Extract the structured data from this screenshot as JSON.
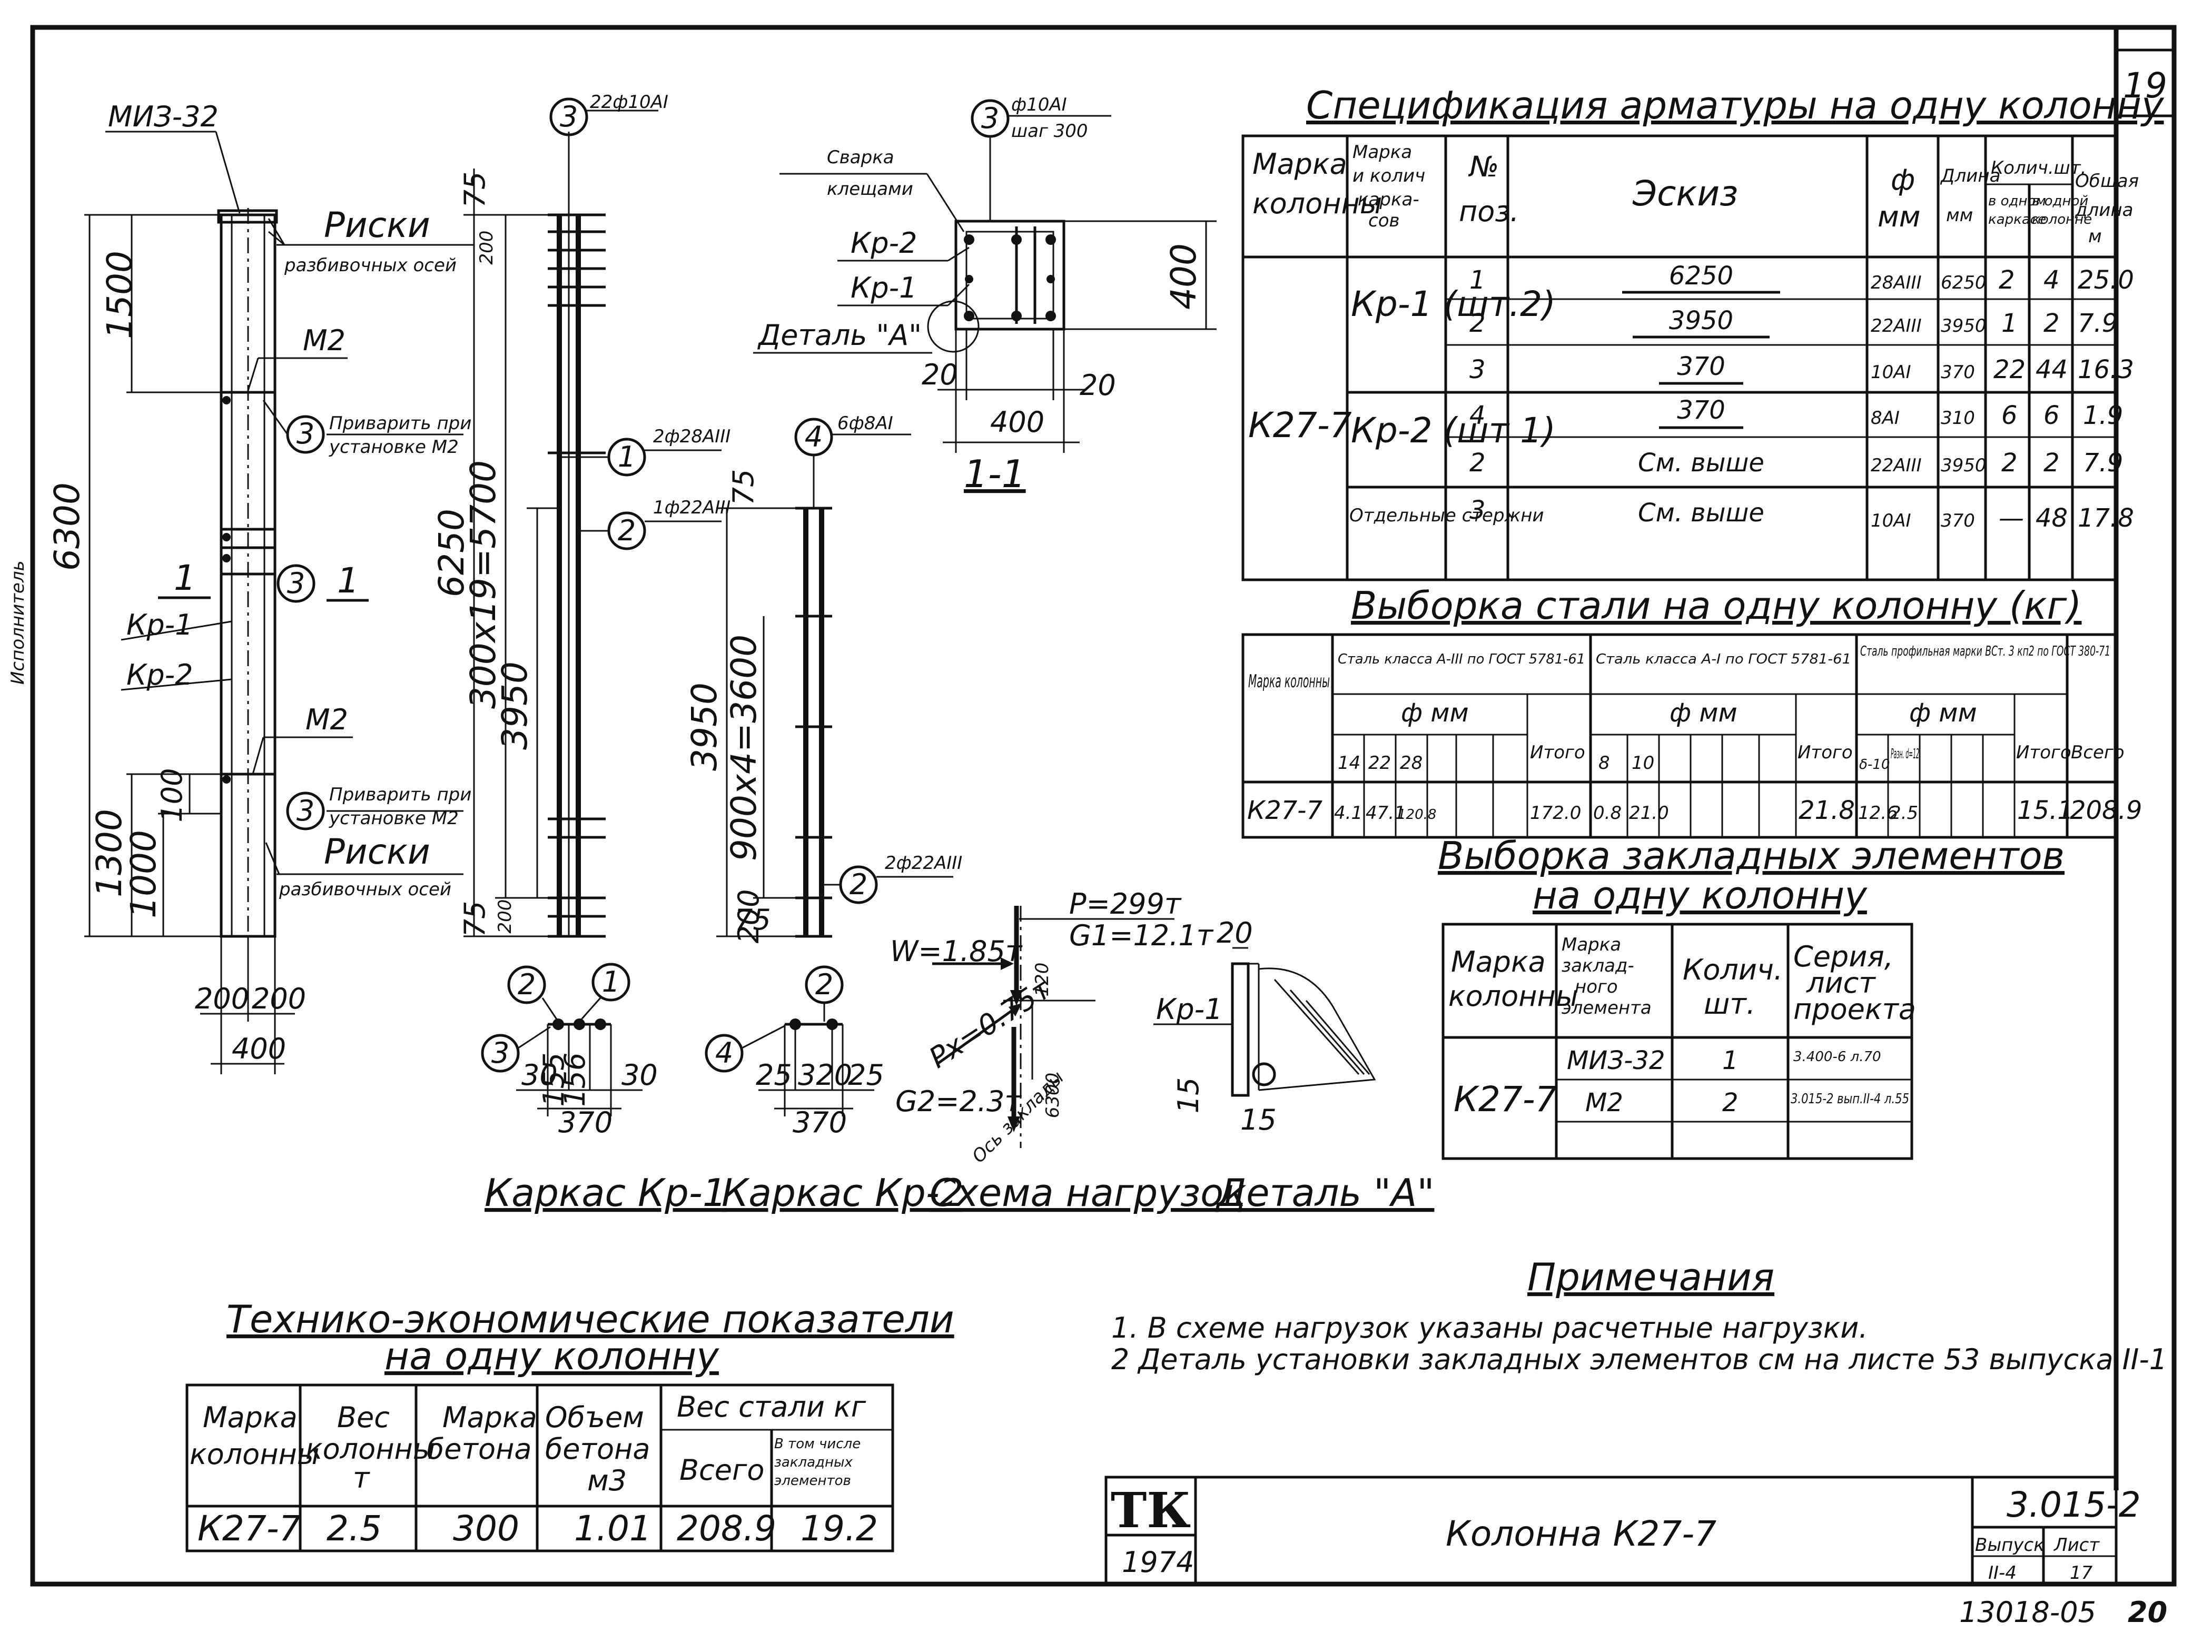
{
  "sheet": {
    "sheet_no_top": "19",
    "stamp": "ТК",
    "year": "1974",
    "title": "Колонна К27-7",
    "series": "3.015-2",
    "issue_label": "Выпуск",
    "issue": "II-4",
    "list_label": "Лист",
    "list": "17",
    "bottom_code": "13018-05",
    "bottom_num": "20",
    "side_text": "Исполнитель"
  },
  "column_view": {
    "miz_label": "МИЗ-32",
    "riski_top": "Риски",
    "riski_top_sub": "разбивочных осей",
    "m2_top": "М2",
    "weld_note_top_1": "Приварить при",
    "weld_note_top_2": "установке М2",
    "section_mark": "1",
    "kr1": "Кр-1",
    "kr2": "Кр-2",
    "m2_bottom": "М2",
    "weld_note_bottom_1": "Приварить при",
    "weld_note_bottom_2": "установке М2",
    "riski_bottom": "Риски",
    "riski_bottom_sub": "разбивочных осей",
    "dim_1500": "1500",
    "dim_6300": "6300",
    "dim_1300": "1300",
    "dim_1000": "1000",
    "dim_100": "100",
    "dim_200a": "200",
    "dim_200b": "200",
    "dim_400": "400",
    "bubble_3": "3"
  },
  "cage_kr1": {
    "label": "Каркас Кр-1",
    "bar3_note": "22ф10АI",
    "bar1_note": "2ф28АIII",
    "bar2_note": "1ф22АIII",
    "dim_75a": "75",
    "dim_200a": "200",
    "dim_6250": "6250",
    "dim_300x19": "300х19=5700",
    "dim_3950": "3950",
    "dim_75b": "75",
    "dim_200b": "200",
    "sec_30a": "30",
    "sec_155a": "155",
    "sec_156": "156",
    "sec_30b": "30",
    "sec_370": "370",
    "b1": "1",
    "b2": "2",
    "b3": "3"
  },
  "cage_kr2": {
    "label": "Каркас Кр-2",
    "bar4_note": "6ф8АI",
    "bar2_note": "2ф22АIII",
    "dim_75": "75",
    "dim_3950": "3950",
    "dim_900x4": "900х4=3600",
    "dim_200": "200",
    "dim_75b": "75",
    "sec_25a": "25",
    "sec_320": "320",
    "sec_25b": "25",
    "sec_370": "370",
    "b2": "2",
    "b4": "4"
  },
  "section_1_1": {
    "label": "1-1",
    "bar3_note_1": "ф10АI",
    "bar3_note_2": "шаг 300",
    "weld_1": "Сварка",
    "weld_2": "клещами",
    "kr2": "Кр-2",
    "kr1": "Кр-1",
    "detail": "Деталь \"А\"",
    "dim_400v": "400",
    "dim_20a": "20",
    "dim_20b": "20",
    "dim_400h": "400",
    "b3": "3"
  },
  "loads": {
    "label": "Схема нагрузок",
    "p": "P=299т",
    "g1": "G1=12.1т",
    "w": "W=1.85т",
    "px": "Px=0.75т",
    "g2": "G2=2.3т",
    "axis": "Ось заклады",
    "dim_120": "120",
    "dim_6300": "6300"
  },
  "detail_a": {
    "label": "Деталь \"А\"",
    "kr1": "Кр-1",
    "dim_20": "20",
    "dim_15a": "15",
    "dim_15b": "15"
  },
  "spec_table": {
    "title": "Спецификация арматуры на одну колонну",
    "headers": [
      "Марка колонны",
      "Марка и колич. каркасов",
      "№ поз.",
      "Эскиз",
      "ф мм",
      "Длина мм",
      "Колич. шт. в одном каркасе",
      "Колич. шт. в одной колонне",
      "Общая длина м"
    ],
    "column_mark": "К27-7",
    "groups": [
      {
        "name": "Кр-1 (шт.2)",
        "rows": [
          {
            "pos": "1",
            "sketch": "6250",
            "dia": "28АIII",
            "len": "6250",
            "q1": "2",
            "q2": "4",
            "total": "25.0"
          },
          {
            "pos": "2",
            "sketch": "3950",
            "dia": "22АIII",
            "len": "3950",
            "q1": "1",
            "q2": "2",
            "total": "7.9"
          },
          {
            "pos": "3",
            "sketch": "370",
            "dia": "10АI",
            "len": "370",
            "q1": "22",
            "q2": "44",
            "total": "16.3"
          }
        ]
      },
      {
        "name": "Кр-2 (шт 1)",
        "rows": [
          {
            "pos": "4",
            "sketch": "370",
            "dia": "8АI",
            "len": "310",
            "q1": "6",
            "q2": "6",
            "total": "1.9"
          },
          {
            "pos": "2",
            "sketch": "См. выше",
            "dia": "22АIII",
            "len": "3950",
            "q1": "2",
            "q2": "2",
            "total": "7.9"
          }
        ]
      },
      {
        "name": "Отдельные стержни",
        "rows": [
          {
            "pos": "3",
            "sketch": "См. выше",
            "dia": "10АI",
            "len": "370",
            "q1": "—",
            "q2": "48",
            "total": "17.8"
          }
        ]
      }
    ]
  },
  "steel_table": {
    "title": "Выборка стали на одну колонну (кг)",
    "h_mark": "Марка колонны",
    "h_group1": "Сталь класса А-III по ГОСТ 5781-61",
    "h_group2": "Сталь класса А-I по ГОСТ 5781-61",
    "h_group3": "Сталь профильная марки ВСт. 3 кп2 по ГОСТ 380-71",
    "h_dia": "ф мм",
    "h_itogo": "Итого",
    "h_vsego": "Всего",
    "d1": [
      "14",
      "22",
      "28"
    ],
    "d2": [
      "8",
      "10"
    ],
    "d3": [
      "δ-10",
      "Разн. d=12"
    ],
    "row": {
      "mark": "К27-7",
      "g1": [
        "4.1",
        "47.1",
        "120.8"
      ],
      "g1_total": "172.0",
      "g2": [
        "0.8",
        "21.0"
      ],
      "g2_total": "21.8",
      "g3": [
        "12.6",
        "2.5"
      ],
      "g3_total": "15.1",
      "total": "208.9"
    }
  },
  "embed_table": {
    "title_1": "Выборка закладных элементов",
    "title_2": "на одну колонну",
    "headers": [
      "Марка колонны",
      "Марка закладного элемента",
      "Колич. шт.",
      "Серия, лист проекта"
    ],
    "mark": "К27-7",
    "rows": [
      {
        "el": "МИЗ-32",
        "qty": "1",
        "ref": "3.400-6 л.70"
      },
      {
        "el": "М2",
        "qty": "2",
        "ref": "3.015-2 вып.II-4 л.55"
      }
    ]
  },
  "notes": {
    "title": "Примечания",
    "items": [
      "1. В схеме нагрузок указаны расчетные нагрузки.",
      "2 Деталь установки закладных элементов см на листе 53 выпуска II-1"
    ]
  },
  "tech_table": {
    "title_1": "Технико-экономические показатели",
    "title_2": "на одну колонну",
    "headers": [
      "Марка колонны",
      "Вес колонны т",
      "Марка бетона",
      "Объем бетона м3",
      "Вес стали кг",
      "Всего",
      "В том числе закладных элементов"
    ],
    "row": {
      "mark": "К27-7",
      "weight": "2.5",
      "grade": "300",
      "volume": "1.01",
      "steel": "208.9",
      "embedded": "19.2"
    }
  }
}
